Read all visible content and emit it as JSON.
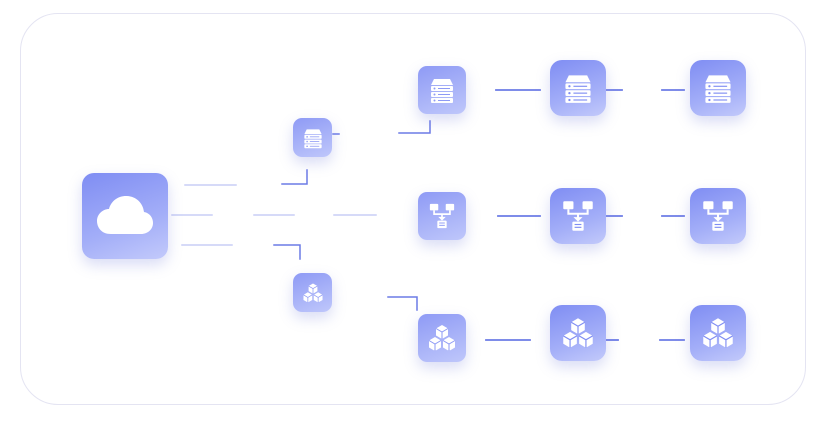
{
  "colors": {
    "frame_border": "#e4e4f2",
    "node_gradient_start": "#8e9af5",
    "node_gradient_end": "#bfc7fb",
    "connector_strong": "#6c7be6",
    "connector_faint": "#c8cef5",
    "icon_fill": "#ffffff"
  },
  "nodes": [
    {
      "id": "cloud",
      "icon": "cloud-icon",
      "role": "source"
    },
    {
      "id": "server-small",
      "icon": "server-icon",
      "role": "branch"
    },
    {
      "id": "cubes-small",
      "icon": "cubes-icon",
      "role": "branch"
    },
    {
      "id": "server-1",
      "icon": "server-icon",
      "role": "row-server"
    },
    {
      "id": "server-2",
      "icon": "server-icon",
      "role": "row-server"
    },
    {
      "id": "server-3",
      "icon": "server-icon",
      "role": "row-server"
    },
    {
      "id": "network-1",
      "icon": "network-icon",
      "role": "row-network"
    },
    {
      "id": "network-2",
      "icon": "network-icon",
      "role": "row-network"
    },
    {
      "id": "network-3",
      "icon": "network-icon",
      "role": "row-network"
    },
    {
      "id": "cubes-1",
      "icon": "cubes-icon",
      "role": "row-cubes"
    },
    {
      "id": "cubes-2",
      "icon": "cubes-icon",
      "role": "row-cubes"
    },
    {
      "id": "cubes-3",
      "icon": "cubes-icon",
      "role": "row-cubes"
    }
  ],
  "edges": [
    {
      "from": "cloud",
      "to": "server-small"
    },
    {
      "from": "cloud",
      "to": "network-1"
    },
    {
      "from": "cloud",
      "to": "cubes-small"
    },
    {
      "from": "server-small",
      "to": "server-1"
    },
    {
      "from": "cubes-small",
      "to": "cubes-1"
    },
    {
      "from": "server-1",
      "to": "server-2"
    },
    {
      "from": "server-2",
      "to": "server-3"
    },
    {
      "from": "network-1",
      "to": "network-2"
    },
    {
      "from": "network-2",
      "to": "network-3"
    },
    {
      "from": "cubes-1",
      "to": "cubes-2"
    },
    {
      "from": "cubes-2",
      "to": "cubes-3"
    }
  ]
}
